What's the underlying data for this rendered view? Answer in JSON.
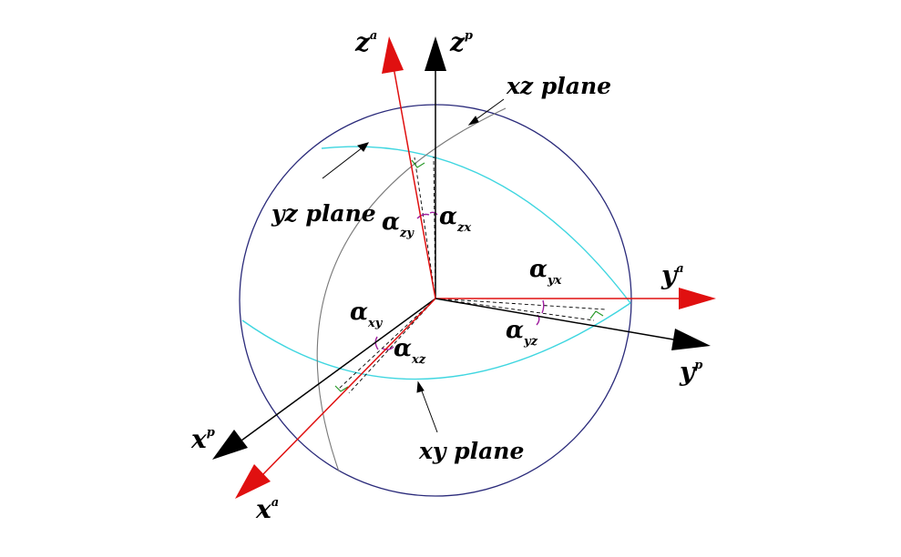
{
  "colors": {
    "sphere": "#2a2a7a",
    "plane_arc": "#3fd6e0",
    "meridian": "#7a7a7a",
    "axis_p": "#000000",
    "axis_a": "#e01010",
    "angle_mark": "#a020a0",
    "right_angle_mark": "#2a9a2a"
  },
  "axes": {
    "zp": {
      "base": "z",
      "sup": "p"
    },
    "za": {
      "base": "z",
      "sup": "a"
    },
    "yp": {
      "base": "y",
      "sup": "p"
    },
    "ya": {
      "base": "y",
      "sup": "a"
    },
    "xp": {
      "base": "x",
      "sup": "p"
    },
    "xa": {
      "base": "x",
      "sup": "a"
    }
  },
  "planes": {
    "xz": "xz plane",
    "yz": "yz plane",
    "xy": "xy plane"
  },
  "angles": {
    "zy": {
      "base": "α",
      "sub": "zy"
    },
    "zx": {
      "base": "α",
      "sub": "zx"
    },
    "yx": {
      "base": "α",
      "sub": "yx"
    },
    "yz": {
      "base": "α",
      "sub": "yz"
    },
    "xy": {
      "base": "α",
      "sub": "xy"
    },
    "xz": {
      "base": "α",
      "sub": "xz"
    }
  }
}
